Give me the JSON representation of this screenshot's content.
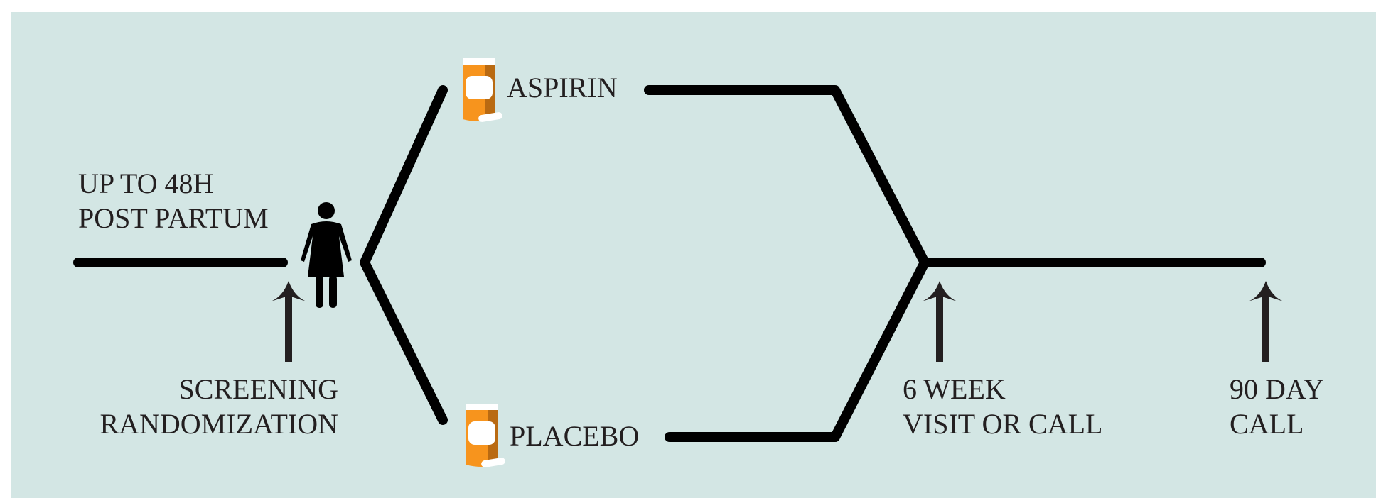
{
  "colors": {
    "background": "#d3e6e4",
    "line": "#000000",
    "arrow": "#231f20",
    "text": "#231f20",
    "bottle_orange": "#f7941d",
    "bottle_shade": "#b96a12",
    "cap": "#ffffff"
  },
  "labels": {
    "timing": [
      "UP  TO 48H",
      "POST PARTUM"
    ],
    "enrollment": [
      "SCREENING",
      "RANDOMIZATION"
    ],
    "arm_aspirin": "ASPIRIN",
    "arm_placebo": "PLACEBO",
    "visit_6wk": [
      "6 WEEK",
      "VISIT OR CALL"
    ],
    "visit_90d": [
      "90 DAY",
      "CALL"
    ]
  },
  "icons": {
    "participant": "woman-figure-icon",
    "aspirin_bottle": "pill-bottle-icon",
    "placebo_bottle": "pill-bottle-icon",
    "arrow": "up-arrow-icon"
  }
}
